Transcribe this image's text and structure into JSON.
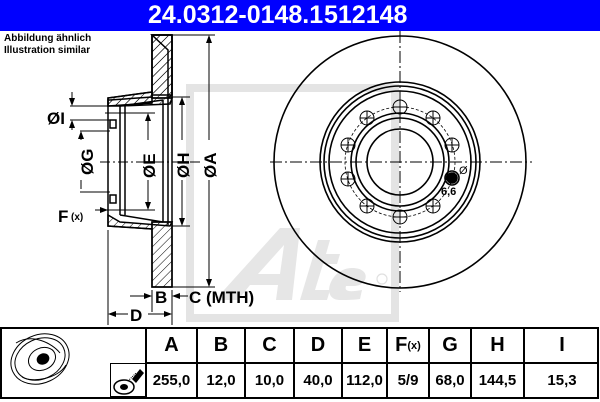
{
  "header": {
    "part_number": "24.0312-0148.1",
    "code": "512148",
    "background_color": "#0000ff"
  },
  "note": {
    "line1": "Abbildung ähnlich",
    "line2": "Illustration similar"
  },
  "drawing": {
    "labels": {
      "dia_i": "ØI",
      "dia_g": "ØG",
      "dia_e": "ØE",
      "dia_h": "ØH",
      "dia_a": "ØA",
      "f": "F",
      "f_sub": "(x)",
      "b": "B",
      "c": "C (MTH)",
      "d": "D",
      "hole_dia_symbol": "Ø",
      "hole_dia_value": "6,6"
    },
    "watermark": "Ate",
    "watermark_mark": "®"
  },
  "table": {
    "columns": [
      {
        "key": "A",
        "label": "A",
        "value": "255,0"
      },
      {
        "key": "B",
        "label": "B",
        "value": "12,0"
      },
      {
        "key": "C",
        "label": "C",
        "value": "10,0"
      },
      {
        "key": "D",
        "label": "D",
        "value": "40,0"
      },
      {
        "key": "E",
        "label": "E",
        "value": "112,0"
      },
      {
        "key": "F",
        "label": "F",
        "label_sub": "(x)",
        "value": "5/9"
      },
      {
        "key": "G",
        "label": "G",
        "value": "68,0"
      },
      {
        "key": "H",
        "label": "H",
        "value": "144,5"
      },
      {
        "key": "I",
        "label": "I",
        "value": "15,3"
      }
    ]
  }
}
